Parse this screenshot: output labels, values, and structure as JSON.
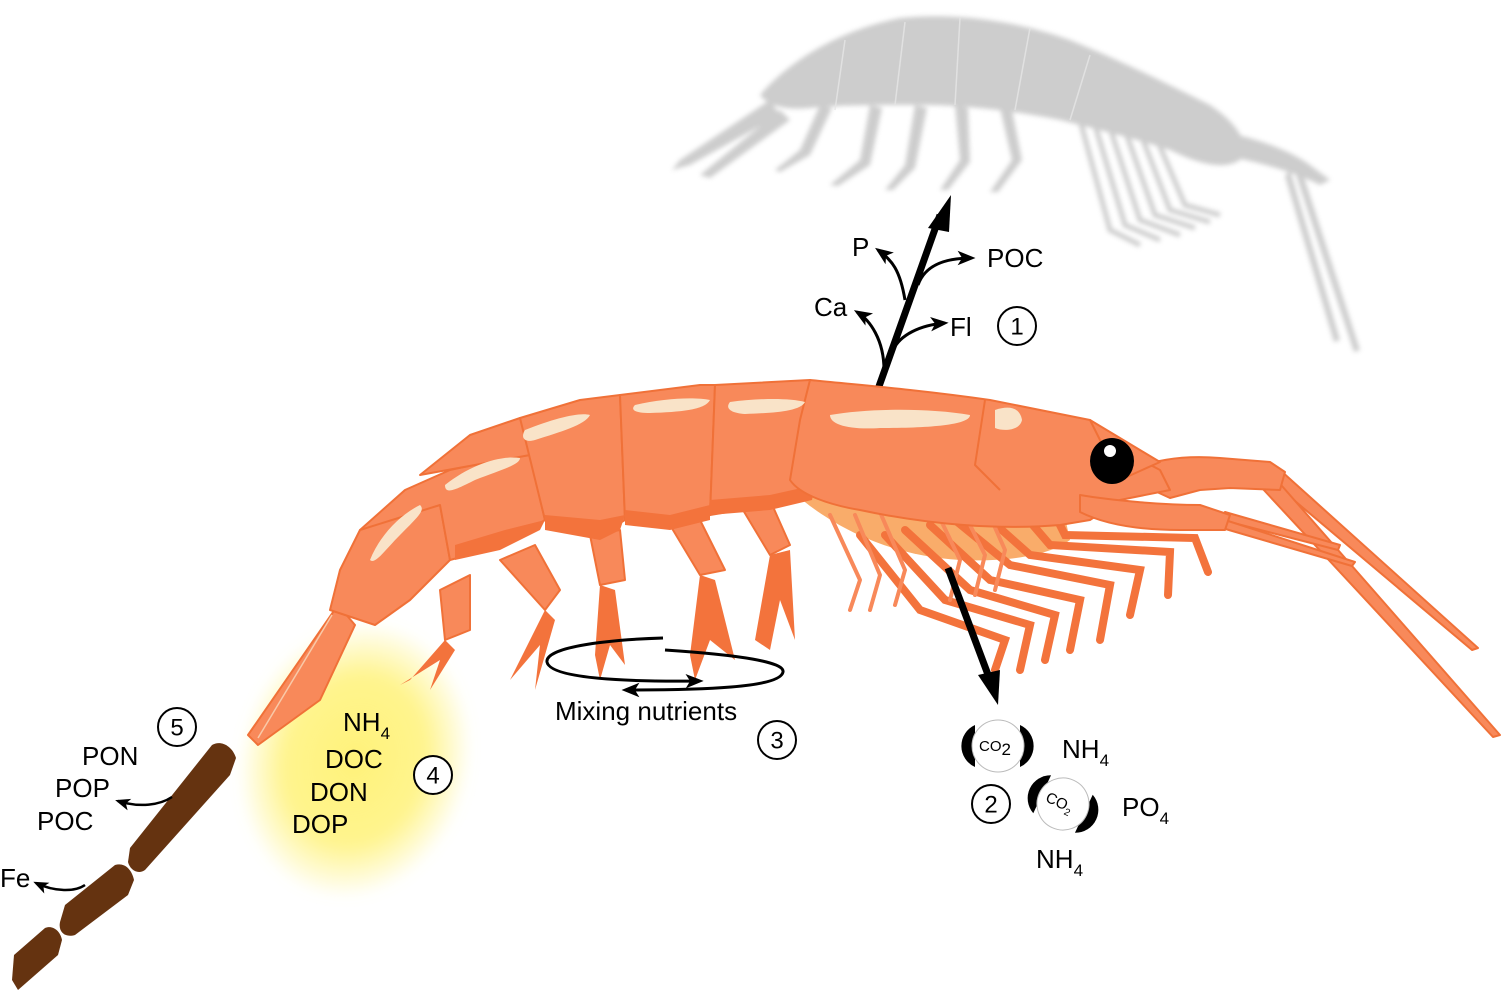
{
  "figure": {
    "subject": "Krill role in nutrient cycling",
    "colors": {
      "krill_body": "#F8895A",
      "krill_outline": "#F07138",
      "krill_dark": "#F3733C",
      "krill_highlight": "#F9E3C8",
      "krill_underside": "#F9AC6A",
      "eye": "#000000",
      "shadow_krill": "#CCCCCC",
      "fecal_pellet": "#653310",
      "excretion_glow": "#FFF27A",
      "arrow": "#000000"
    }
  },
  "process_1": {
    "number": "1",
    "labels": {
      "p": "P",
      "poc": "POC",
      "ca": "Ca",
      "fl": "Fl"
    },
    "description": "Vertical migration arrow branching to P, POC, Ca, Fl"
  },
  "process_2": {
    "number": "2",
    "molecule_label": "CO",
    "molecule_sub": "2",
    "labels": {
      "nh4_a": "NH",
      "nh4_a_sub": "4",
      "po4": "PO",
      "po4_sub": "4",
      "nh4_b": "NH",
      "nh4_b_sub": "4"
    }
  },
  "process_3": {
    "number": "3",
    "label": "Mixing nutrients"
  },
  "process_4": {
    "number": "4",
    "labels": {
      "nh4": "NH",
      "nh4_sub": "4",
      "doc": "DOC",
      "don": "DON",
      "dop": "DOP"
    }
  },
  "process_5": {
    "number": "5",
    "labels": {
      "pon": "PON",
      "pop": "POP",
      "poc": "POC",
      "fe": "Fe"
    }
  }
}
